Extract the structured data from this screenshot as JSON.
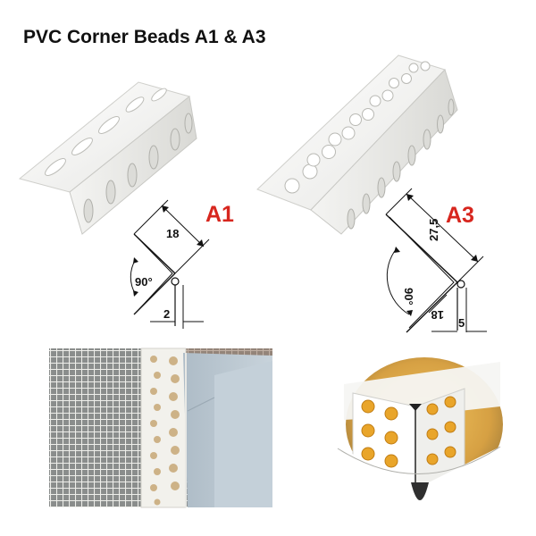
{
  "title": "PVC Corner Beads A1 & A3",
  "a1": {
    "code": "A1",
    "leg": "18",
    "angle": "90°",
    "nose": "2"
  },
  "a3": {
    "code": "A3",
    "leg": "27,5",
    "angle": "90°",
    "small": "18",
    "nose": "5"
  },
  "colors": {
    "code_red": "#d7261e",
    "profile": "#f3f3f1",
    "mesh_bg": "#8a8d8c",
    "board": "#b9c6d0",
    "plaster": "#d8a64a"
  }
}
